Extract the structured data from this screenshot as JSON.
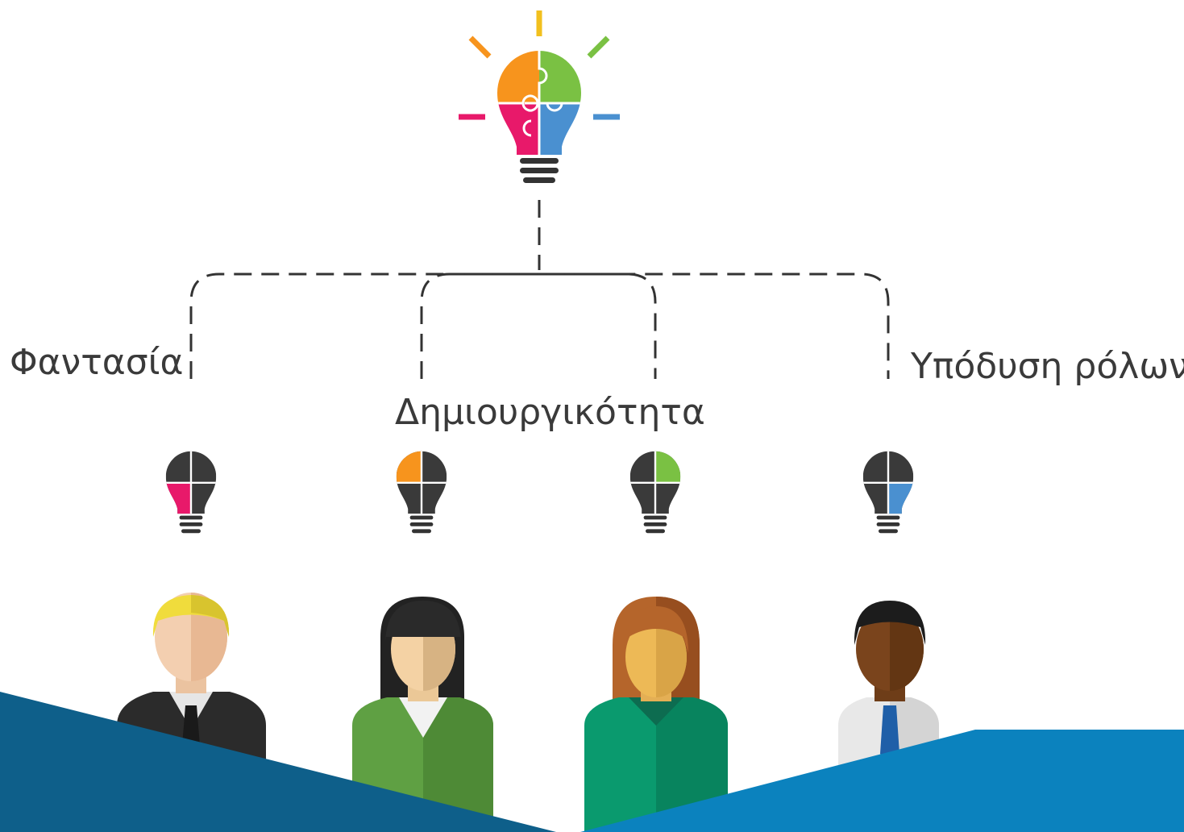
{
  "labels": {
    "fantasy": "Φαντασία",
    "creativity": "Δημιουργικότητα",
    "roleplay": "Υπόδυση ρόλων"
  },
  "colors": {
    "orange": "#F7941D",
    "green": "#7AC143",
    "pink": "#E8196A",
    "blue": "#4A90D0",
    "yellow": "#F2C01E",
    "dark_bulb": "#3A3A3A",
    "banner_dark": "#0E5F8A",
    "banner_light": "#0B82BE"
  },
  "icons": {
    "main": "puzzle-lightbulb-icon",
    "small": "partial-puzzle-lightbulb-icon",
    "people": [
      "man-blond-icon",
      "woman-dark-hair-icon",
      "woman-auburn-icon",
      "man-dark-skin-icon"
    ]
  }
}
